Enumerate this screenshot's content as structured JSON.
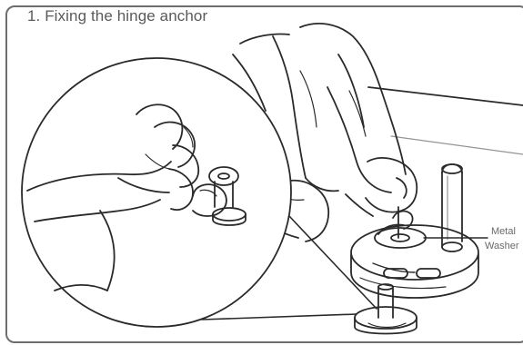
{
  "step_title": "1. Fixing the hinge anchor",
  "callout": {
    "line1": "Metal",
    "line2": "Washer"
  },
  "colors": {
    "stroke": "#2a2a2a",
    "frame": "#6e6e6e",
    "text": "#5a5a5a"
  }
}
